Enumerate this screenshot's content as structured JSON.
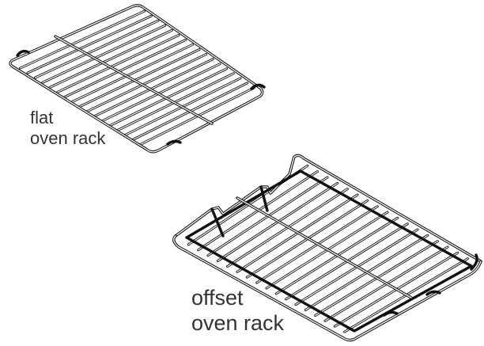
{
  "labels": {
    "flat": [
      "flat",
      "oven rack"
    ],
    "offset": [
      "offset",
      "oven rack"
    ]
  },
  "colors": {
    "background": "#ffffff",
    "line": "#111111",
    "text": "#333333"
  }
}
